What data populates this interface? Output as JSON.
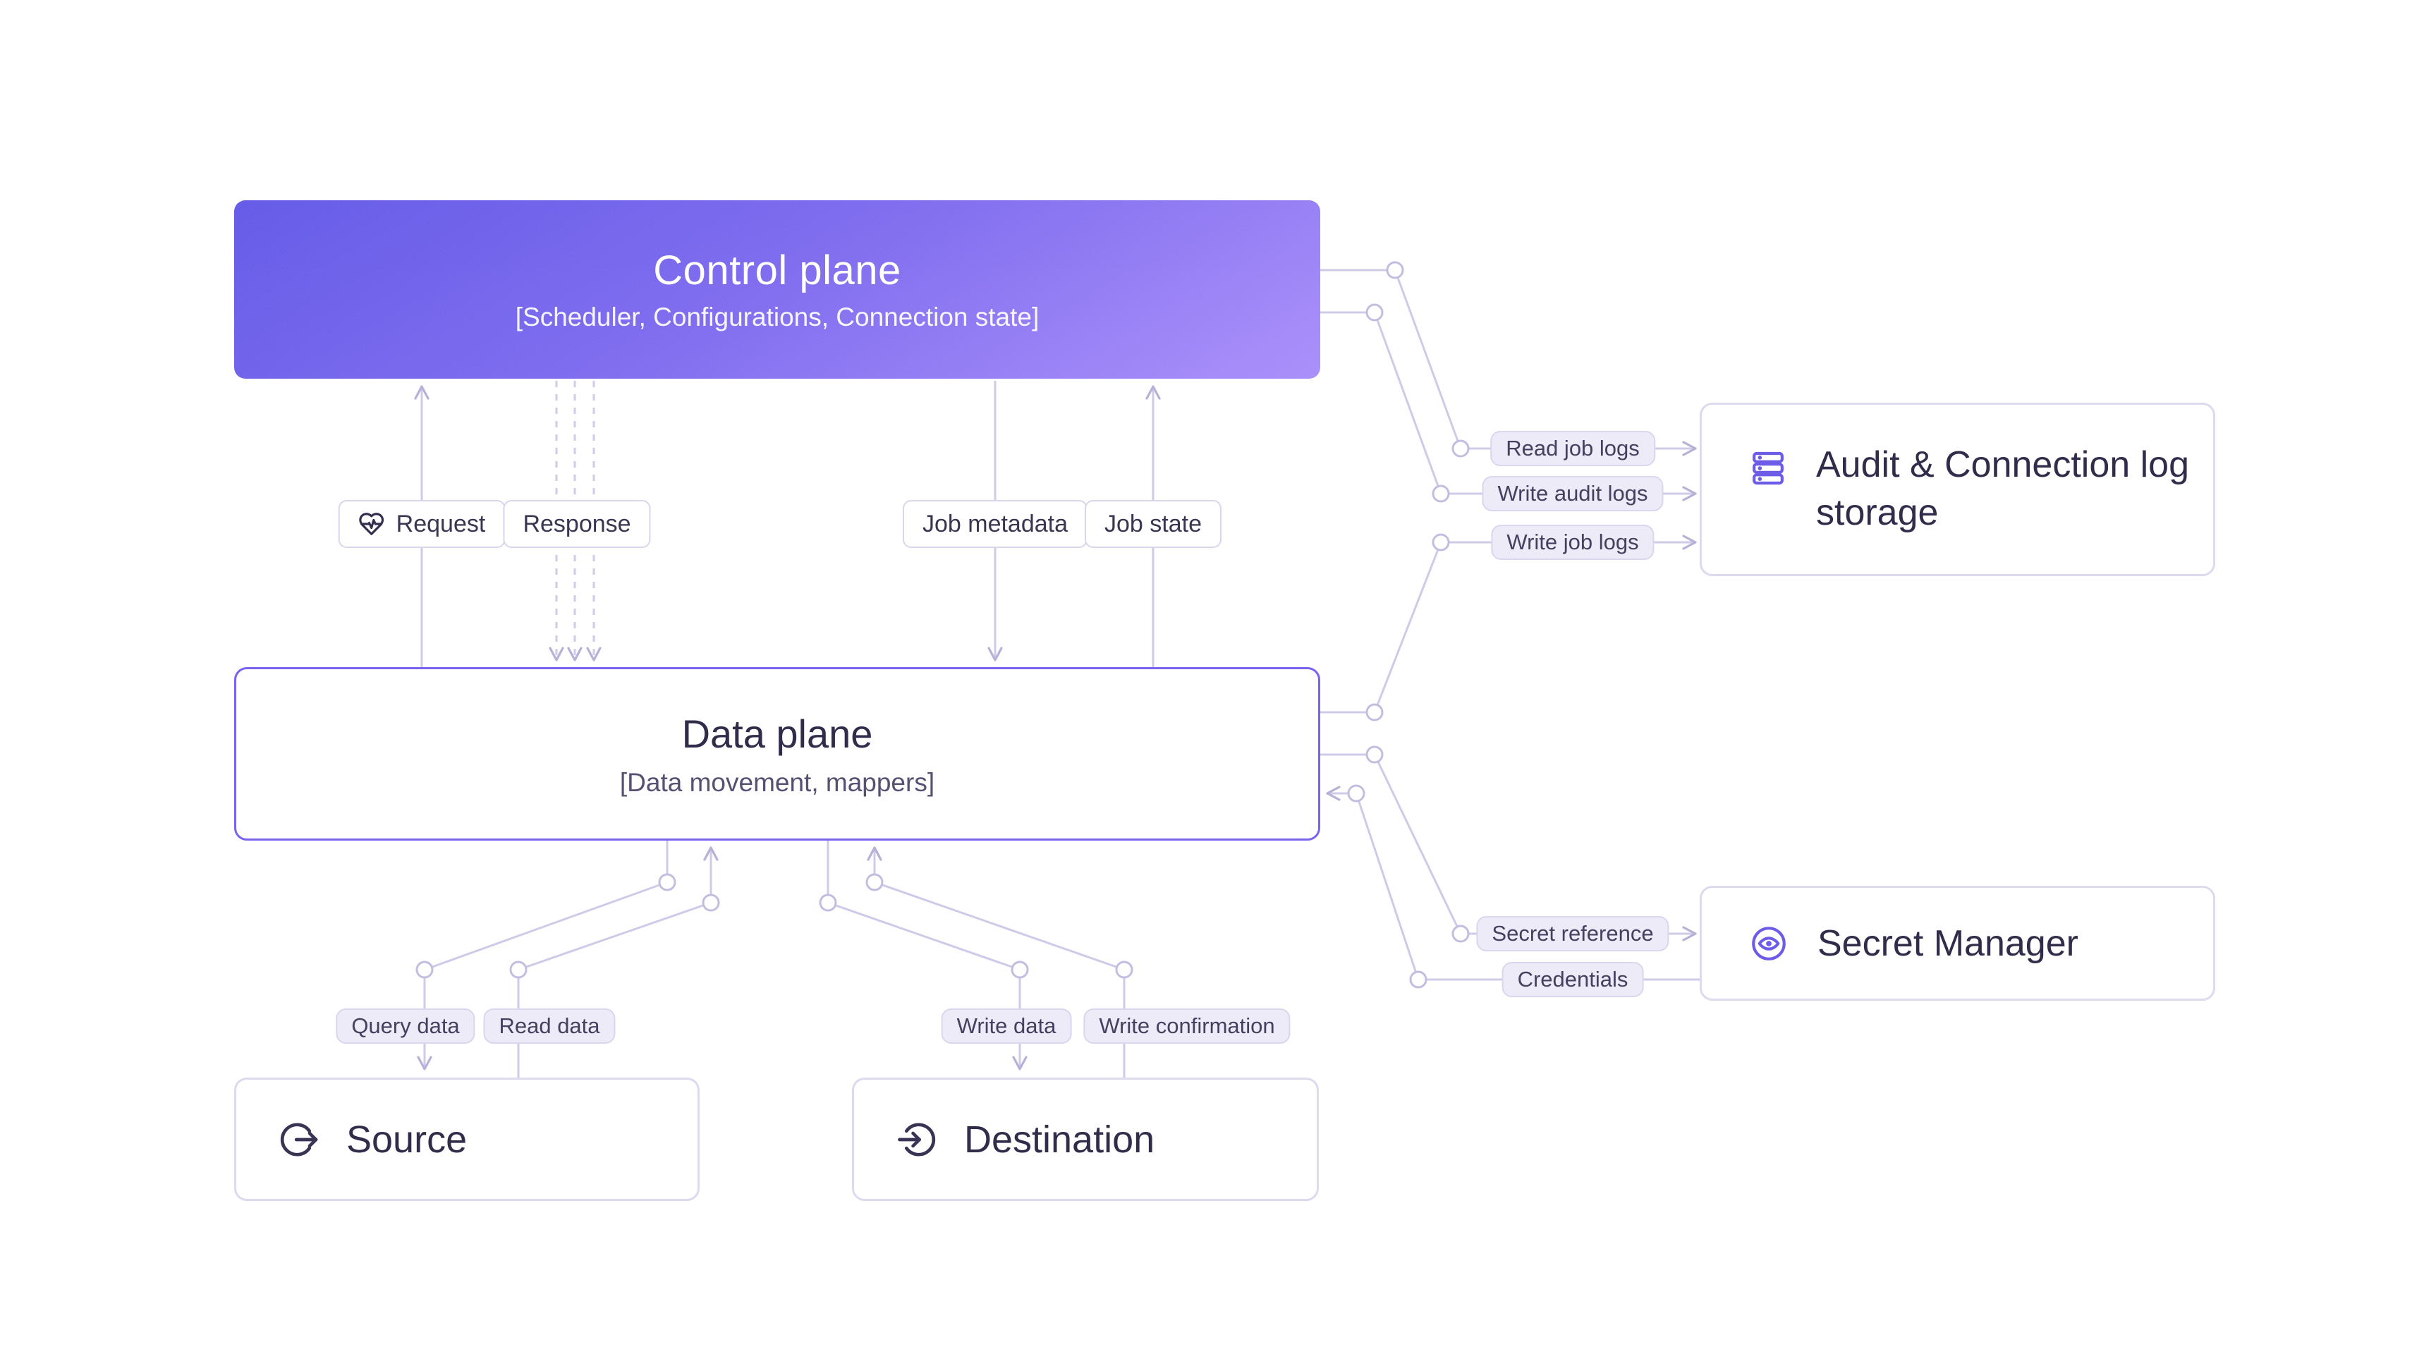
{
  "diagram": {
    "nodes": {
      "control_plane": {
        "title": "Control plane",
        "subtitle": "[Scheduler, Configurations, Connection state]"
      },
      "data_plane": {
        "title": "Data plane",
        "subtitle": "[Data movement, mappers]"
      },
      "source": {
        "title": "Source"
      },
      "destination": {
        "title": "Destination"
      },
      "audit_log_storage": {
        "title": "Audit & Connection log storage"
      },
      "secret_manager": {
        "title": "Secret Manager"
      }
    },
    "edge_labels": {
      "request": "Request",
      "response": "Response",
      "job_metadata": "Job metadata",
      "job_state": "Job state",
      "read_job_logs": "Read job logs",
      "write_audit_logs": "Write audit logs",
      "write_job_logs": "Write job logs",
      "secret_reference": "Secret reference",
      "credentials": "Credentials",
      "query_data": "Query data",
      "read_data": "Read data",
      "write_data": "Write data",
      "write_confirmation": "Write confirmation"
    },
    "icons": {
      "request": "heart-pulse-icon",
      "source": "arrow-out-of-circle-icon",
      "destination": "arrow-into-circle-icon",
      "audit_log_storage": "server-stack-icon",
      "secret_manager": "eye-icon"
    },
    "colors": {
      "control_gradient_start": "#5F55E7",
      "control_gradient_end": "#A78BFA",
      "data_plane_border": "#7B61F0",
      "connector": "#CFCAE8",
      "accent_icon": "#6C5CE7",
      "text_dark": "#322C4B"
    }
  }
}
